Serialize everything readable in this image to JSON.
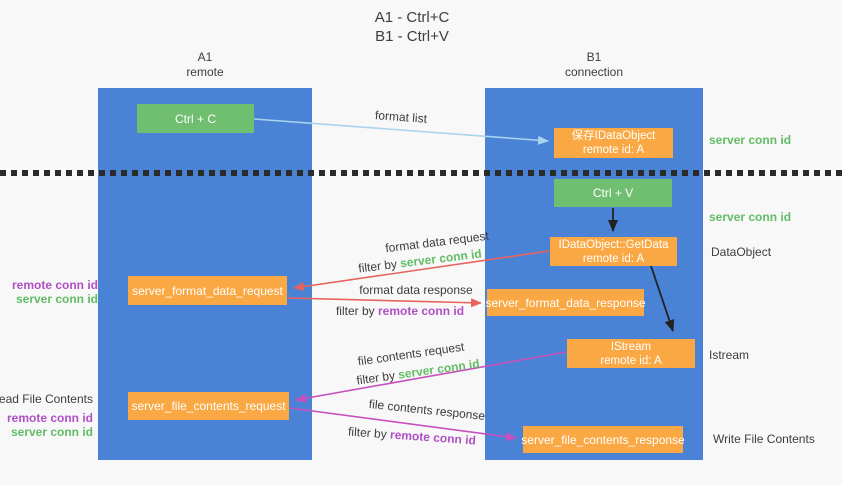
{
  "title": {
    "line1": "A1 - Ctrl+C",
    "line2": "B1 - Ctrl+V"
  },
  "lanes": {
    "left": {
      "header1": "A1",
      "header2": "remote"
    },
    "right": {
      "header1": "B1",
      "header2": "connection"
    }
  },
  "nodes": {
    "ctrl_c": {
      "label": "Ctrl + C"
    },
    "save_idataobject": {
      "line1": "保存IDataObject",
      "line2": "remote id: A"
    },
    "ctrl_v": {
      "label": "Ctrl + V"
    },
    "idataobject_getdata": {
      "line1": "IDataObject::GetData",
      "line2": "remote id: A"
    },
    "server_format_data_request": {
      "label": "server_format_data_request"
    },
    "server_format_data_response": {
      "label": "server_format_data_response"
    },
    "istream": {
      "line1": "IStream",
      "line2": "remote id: A"
    },
    "server_file_contents_request": {
      "label": "server_file_contents_request"
    },
    "server_file_contents_response": {
      "label": "server_file_contents_response"
    }
  },
  "right_labels": {
    "server_conn_id_top": "server conn id",
    "server_conn_id_mid": "server conn id",
    "dataobject": "DataObject",
    "istream": "Istream",
    "write_file_contents": "Write File Contents"
  },
  "left_labels": {
    "remote_conn_id": "remote conn id",
    "server_conn_id": "server conn id",
    "read_file_contents": "Read File Contents",
    "read_remote_conn_id": "remote conn id",
    "read_server_conn_id": "server conn id"
  },
  "flow_labels": {
    "format_list": "format list",
    "format_data_request": "format data request",
    "format_data_response": "format data response",
    "file_contents_request": "file contents request",
    "file_contents_response": "file contents response",
    "filter_by": "filter by",
    "server_conn_id": "server conn id",
    "remote_conn_id": "remote conn id"
  },
  "colors": {
    "bg": "#f8f8f8",
    "lane-blue": "#4a83d6",
    "green": "#70bf71",
    "orange": "#f9a843",
    "arrow-blue": "#a9d3ee",
    "arrow-red": "#e8635d",
    "arrow-magenta": "#c750bd",
    "arrow-black": "#222222",
    "text-dark": "#3d3d3d",
    "text-green": "#62bd66",
    "text-purple": "#b14fc4",
    "divider": "#2b2b2b"
  }
}
